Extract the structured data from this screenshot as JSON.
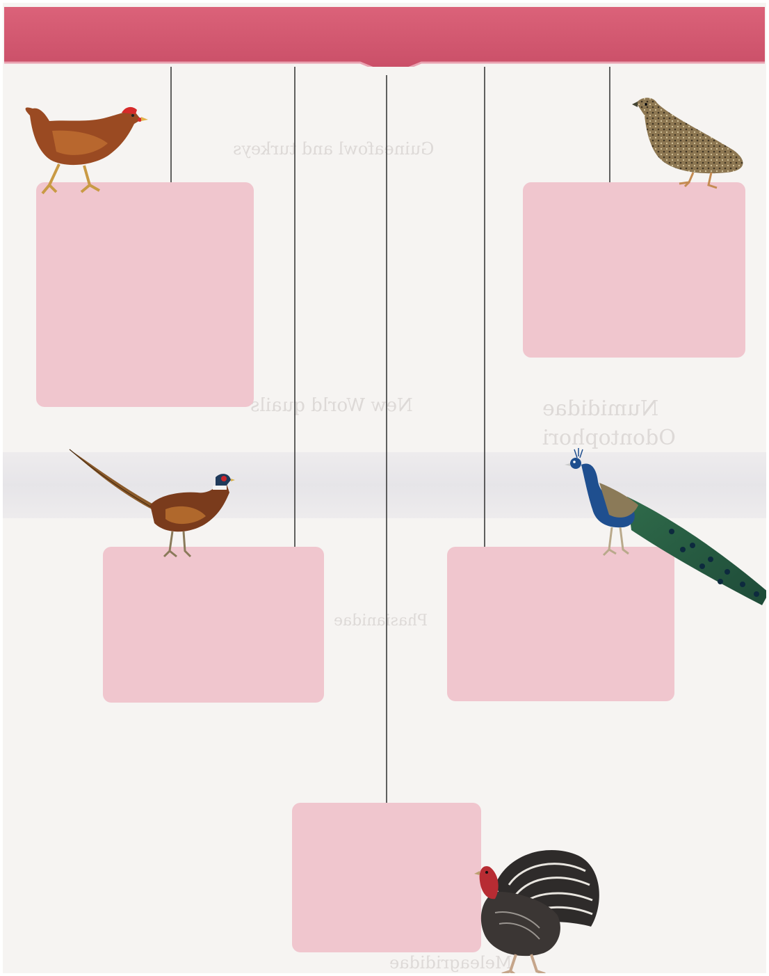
{
  "header": {
    "color": "#d4586f"
  },
  "boxes": {
    "color": "#efc2cb"
  },
  "birds": [
    {
      "name": "chicken",
      "icon": "chicken-icon"
    },
    {
      "name": "quail",
      "icon": "quail-icon"
    },
    {
      "name": "pheasant",
      "icon": "pheasant-icon"
    },
    {
      "name": "peacock",
      "icon": "peacock-icon"
    },
    {
      "name": "turkey",
      "icon": "turkey-icon"
    }
  ],
  "show_through": {
    "t1": "Guineafowl and turkeys",
    "t2": "Numididae",
    "t3": "Odontophori",
    "t4": "New World quails",
    "t5": "Phasianidae",
    "t6": "Meleagrididae"
  }
}
